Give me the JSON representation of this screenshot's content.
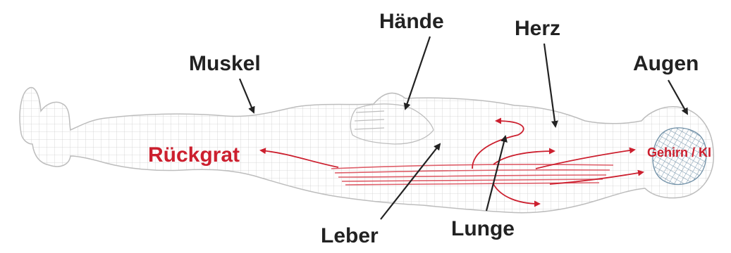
{
  "labels": {
    "muskel": "Muskel",
    "haende": "Hände",
    "herz": "Herz",
    "augen": "Augen",
    "rueckgrat": "Rückgrat",
    "gehirn": "Gehirn / KI",
    "leber": "Leber",
    "lunge": "Lunge"
  },
  "colors": {
    "label_text": "#222222",
    "highlight_red": "#cc1f2e",
    "mesh_stroke": "#c9c9c9",
    "brain_mesh": "#6f8fa6"
  }
}
